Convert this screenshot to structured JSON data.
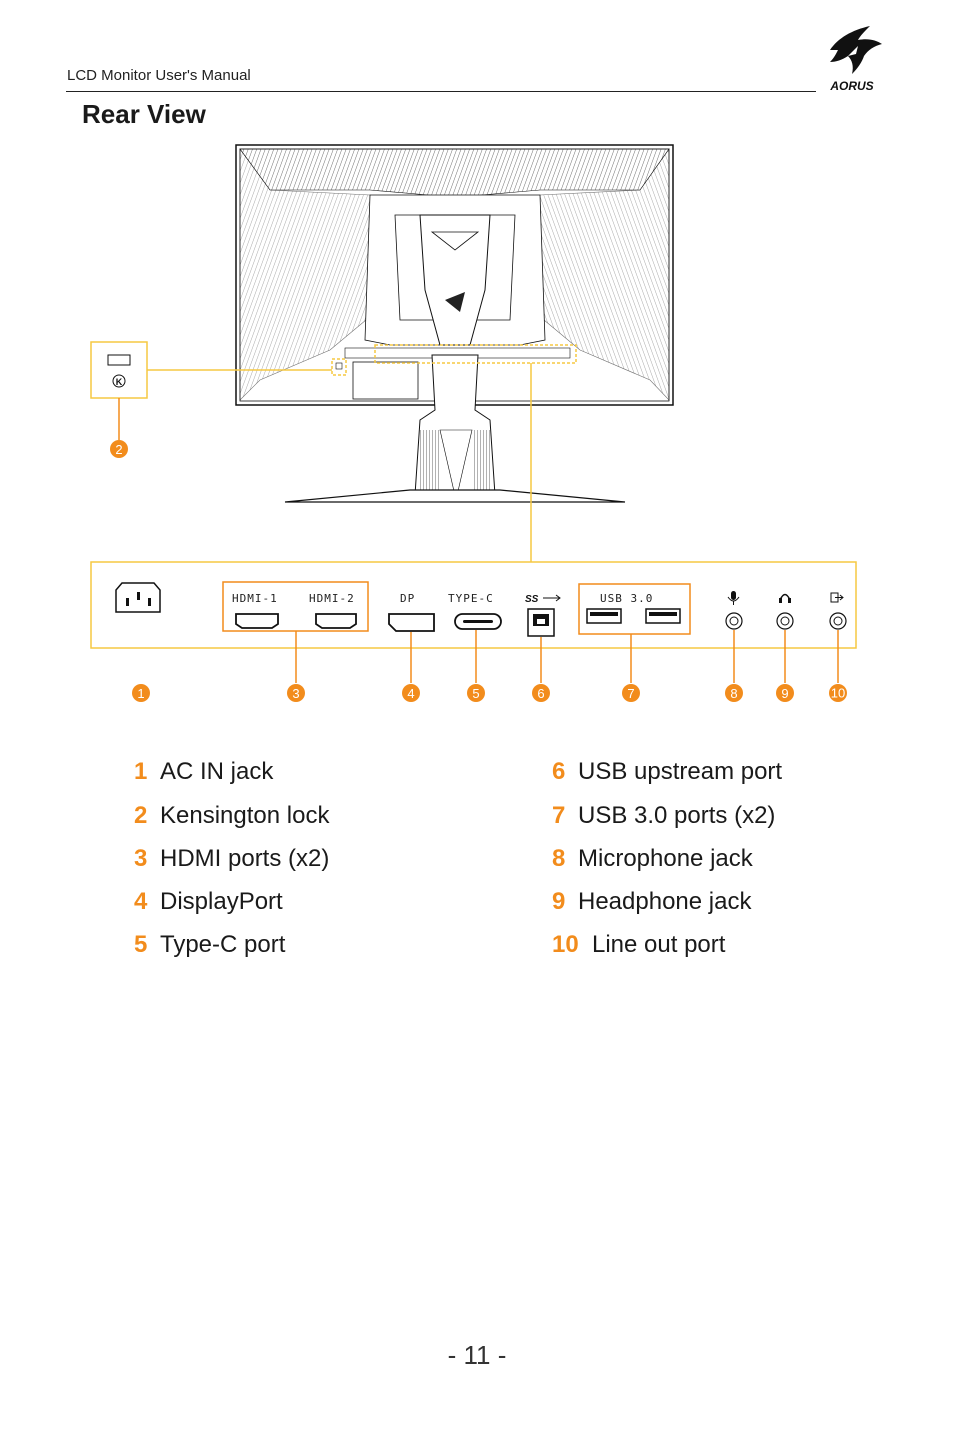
{
  "header": {
    "manual_title": "LCD Monitor User's Manual",
    "brand_logo": "AORUS"
  },
  "section": {
    "title": "Rear View"
  },
  "port_panel": {
    "labels": [
      "HDMI-1",
      "HDMI-2",
      "DP",
      "TYPE-C",
      "USB 3.0"
    ],
    "ss_label": "SS"
  },
  "callouts": [
    "1",
    "2",
    "3",
    "4",
    "5",
    "6",
    "7",
    "8",
    "9",
    "10"
  ],
  "legend": {
    "left": [
      {
        "num": "1",
        "text": "AC IN jack"
      },
      {
        "num": "2",
        "text": "Kensington lock"
      },
      {
        "num": "3",
        "text": "HDMI ports (x2)"
      },
      {
        "num": "4",
        "text": "DisplayPort"
      },
      {
        "num": "5",
        "text": "Type-C port"
      }
    ],
    "right": [
      {
        "num": "6",
        "text": "USB upstream port"
      },
      {
        "num": "7",
        "text": "USB 3.0 ports (x2)"
      },
      {
        "num": "8",
        "text": "Microphone jack"
      },
      {
        "num": "9",
        "text": "Headphone jack"
      },
      {
        "num": "10",
        "text": "Line out port"
      }
    ]
  },
  "colors": {
    "accent_orange": "#f28c1c",
    "outline_yellow": "#f5c842",
    "ink": "#1a1a1a"
  },
  "footer": {
    "page_number": "- 11 -"
  }
}
